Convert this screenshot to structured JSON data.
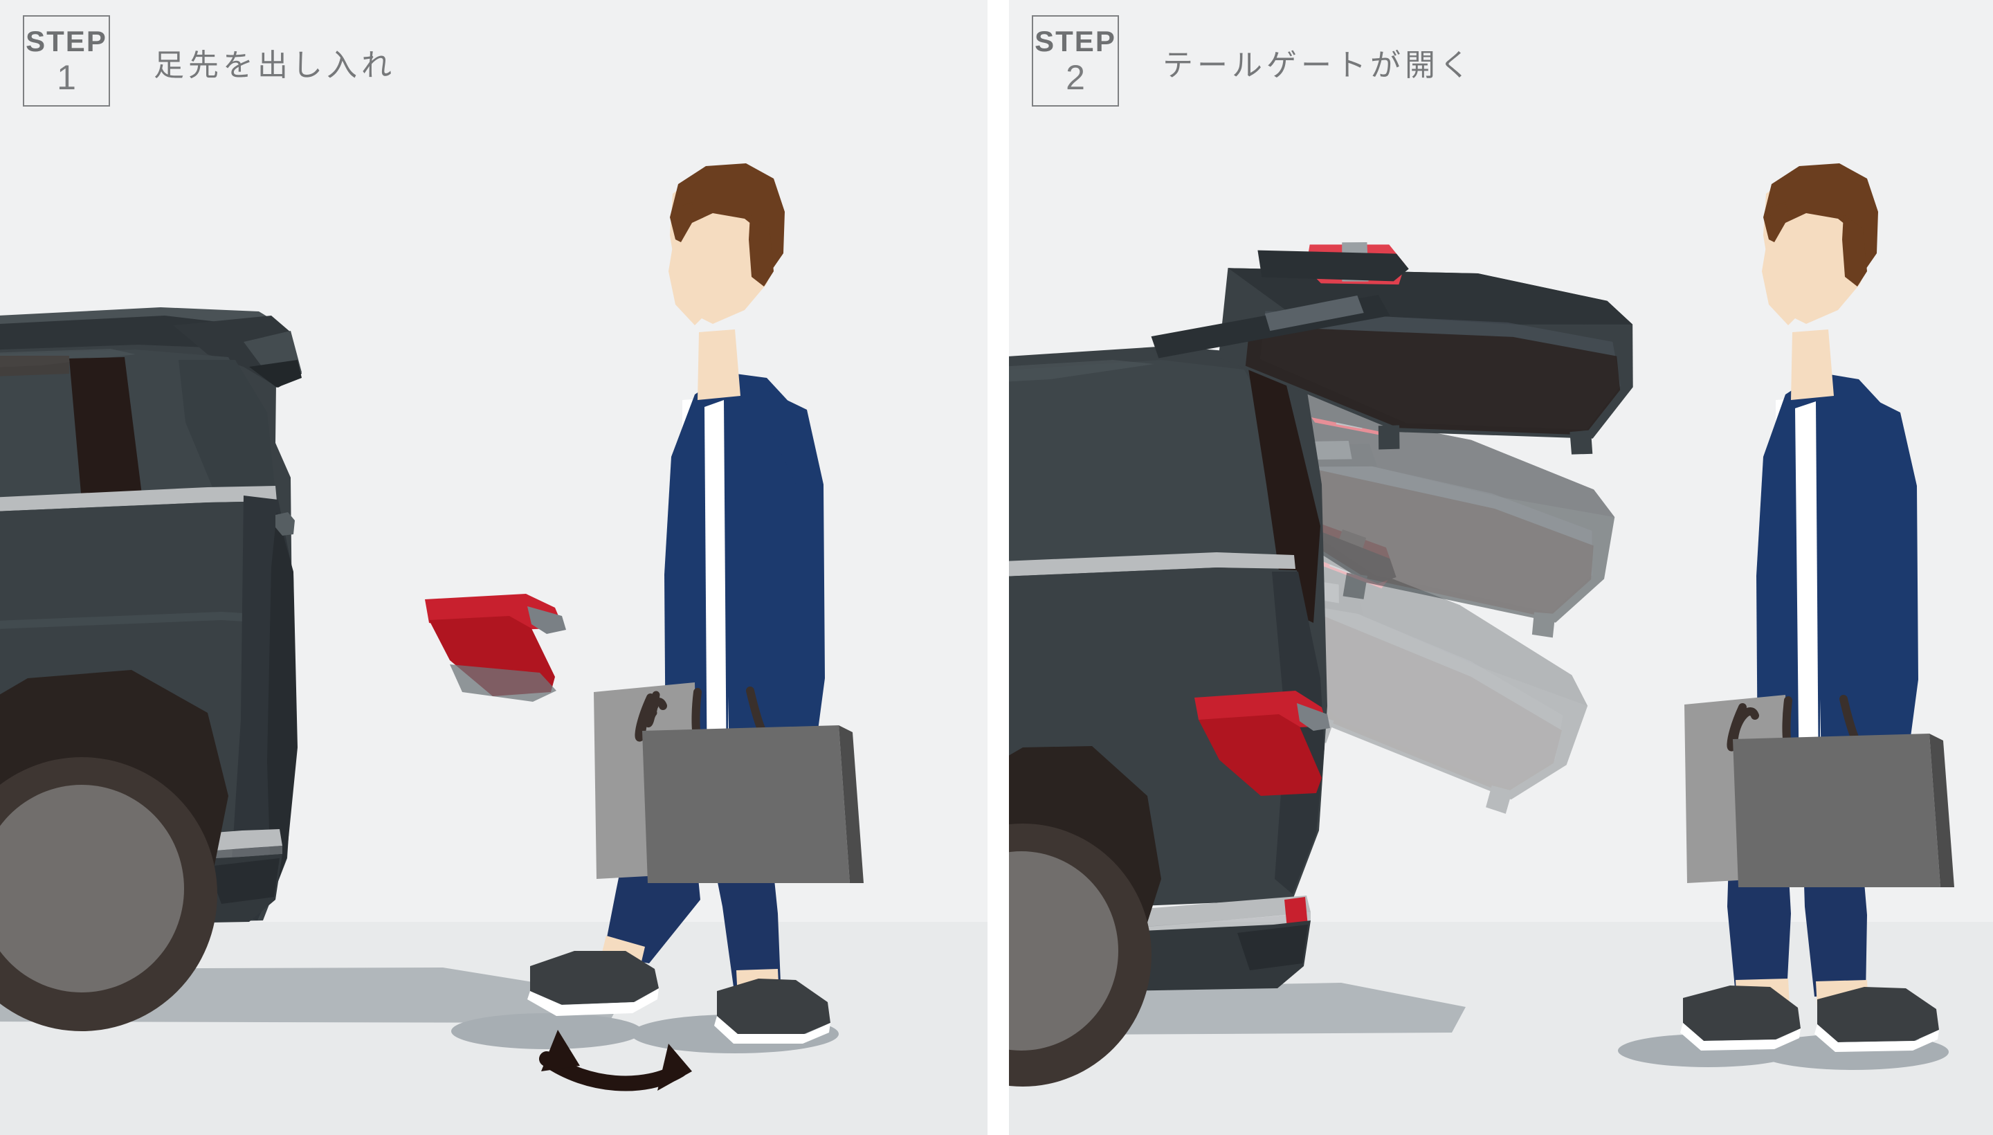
{
  "meta": {
    "kind": "instructional-illustration",
    "subject": "hands-free-power-tailgate-kick-sensor",
    "panel_count": 2
  },
  "colors": {
    "bg_upper": "#F0F1F2",
    "bg_ground": "#E8EAEB",
    "panel_gap": "#FFFFFF",
    "step_border": "#7E8082",
    "step_text": "#6E7072",
    "title_text": "#76787A",
    "car_body": "#3A4145",
    "car_body_dark": "#2E3438",
    "car_body_darker": "#272C30",
    "car_glass": "#3E464A",
    "car_glass_light": "#4B5458",
    "car_pillar": "#261B18",
    "car_chrome": "#B9BCBE",
    "car_chrome_light": "#C9CCCE",
    "tail_light_red": "#C8202E",
    "tail_light_red_dark": "#B01520",
    "tire": "#3E3632",
    "wheel_hub": "#716E6C",
    "shadow_gray": "#A7AEB3",
    "skin": "#F5DCC0",
    "hair": "#6B3E1F",
    "cardigan_navy": "#1C3A6E",
    "shirt_white": "#FFFFFF",
    "pants_navy": "#1E3564",
    "shoe_dark": "#3B3F42",
    "shoe_sole": "#FFFFFF",
    "bag_front": "#6B6B6B",
    "bag_back": "#9A9A9A",
    "bag_handle": "#3A302C",
    "arrow_dark": "#231410"
  },
  "panels": [
    {
      "id": "panel-1",
      "step": {
        "word": "STEP",
        "number": "1"
      },
      "title": "足先を出し入れ",
      "elements": [
        "minivan-rear-three-quarter",
        "rear-wheel",
        "tail-light",
        "person-walking-with-bags",
        "foot-kick-arrow",
        "ground-shadows"
      ],
      "annotation": {
        "arrow": {
          "name": "kick-motion-arrow",
          "type": "double-headed-curved",
          "direction": "left-right",
          "color": "#231410"
        }
      }
    },
    {
      "id": "panel-2",
      "step": {
        "word": "STEP",
        "number": "2"
      },
      "title": "テールゲートが開く",
      "elements": [
        "minivan-rear",
        "tail-light",
        "power-tailgate-open-motion-sequence",
        "person-standing-with-bags",
        "ground-shadows"
      ],
      "annotation": {
        "tailgate_ghosts": {
          "name": "tailgate-motion-ghosts",
          "frames": 3,
          "opacities": [
            1.0,
            0.55,
            0.3
          ]
        }
      }
    }
  ]
}
